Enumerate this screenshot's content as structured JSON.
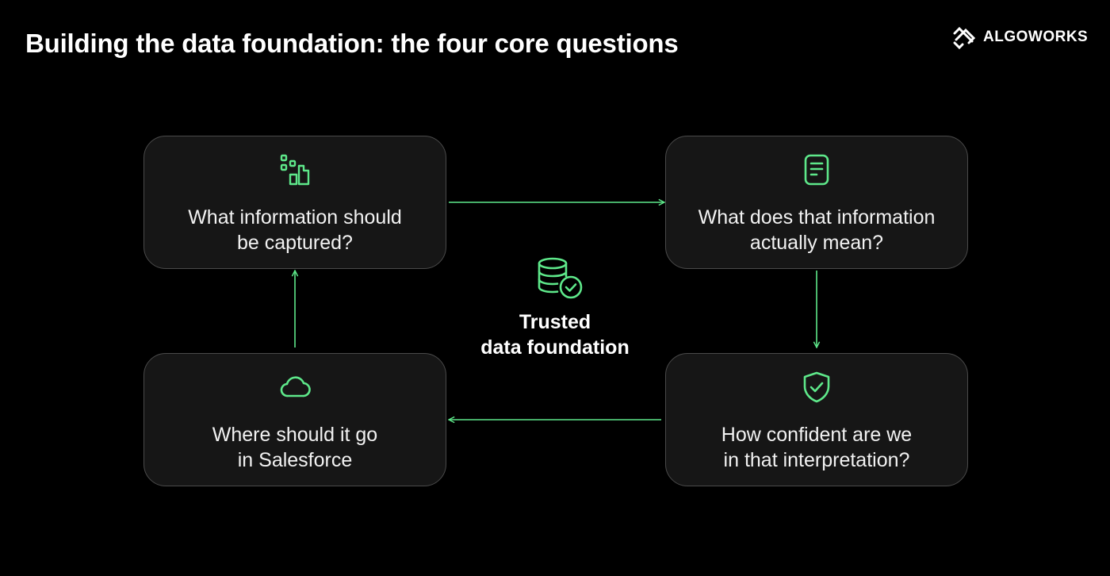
{
  "header": {
    "title": "Building the data foundation: the four core questions",
    "logo_text": "ALGOWORKS"
  },
  "colors": {
    "accent": "#5ee88a",
    "background": "#000000",
    "card_fill": "#161616",
    "card_border": "#4a4a4a"
  },
  "cards": {
    "capture": {
      "text": "What information should\nbe captured?",
      "icon": "staircase-squares-icon"
    },
    "meaning": {
      "text": "What does that information\nactually mean?",
      "icon": "document-icon"
    },
    "confidence": {
      "text": "How confident are we\nin that interpretation?",
      "icon": "shield-check-icon"
    },
    "salesforce": {
      "text": "Where should it go\nin Salesforce",
      "icon": "cloud-icon"
    }
  },
  "center": {
    "label": "Trusted\ndata foundation",
    "icon": "database-check-icon"
  },
  "flow": [
    "capture",
    "meaning",
    "confidence",
    "salesforce",
    "capture"
  ]
}
